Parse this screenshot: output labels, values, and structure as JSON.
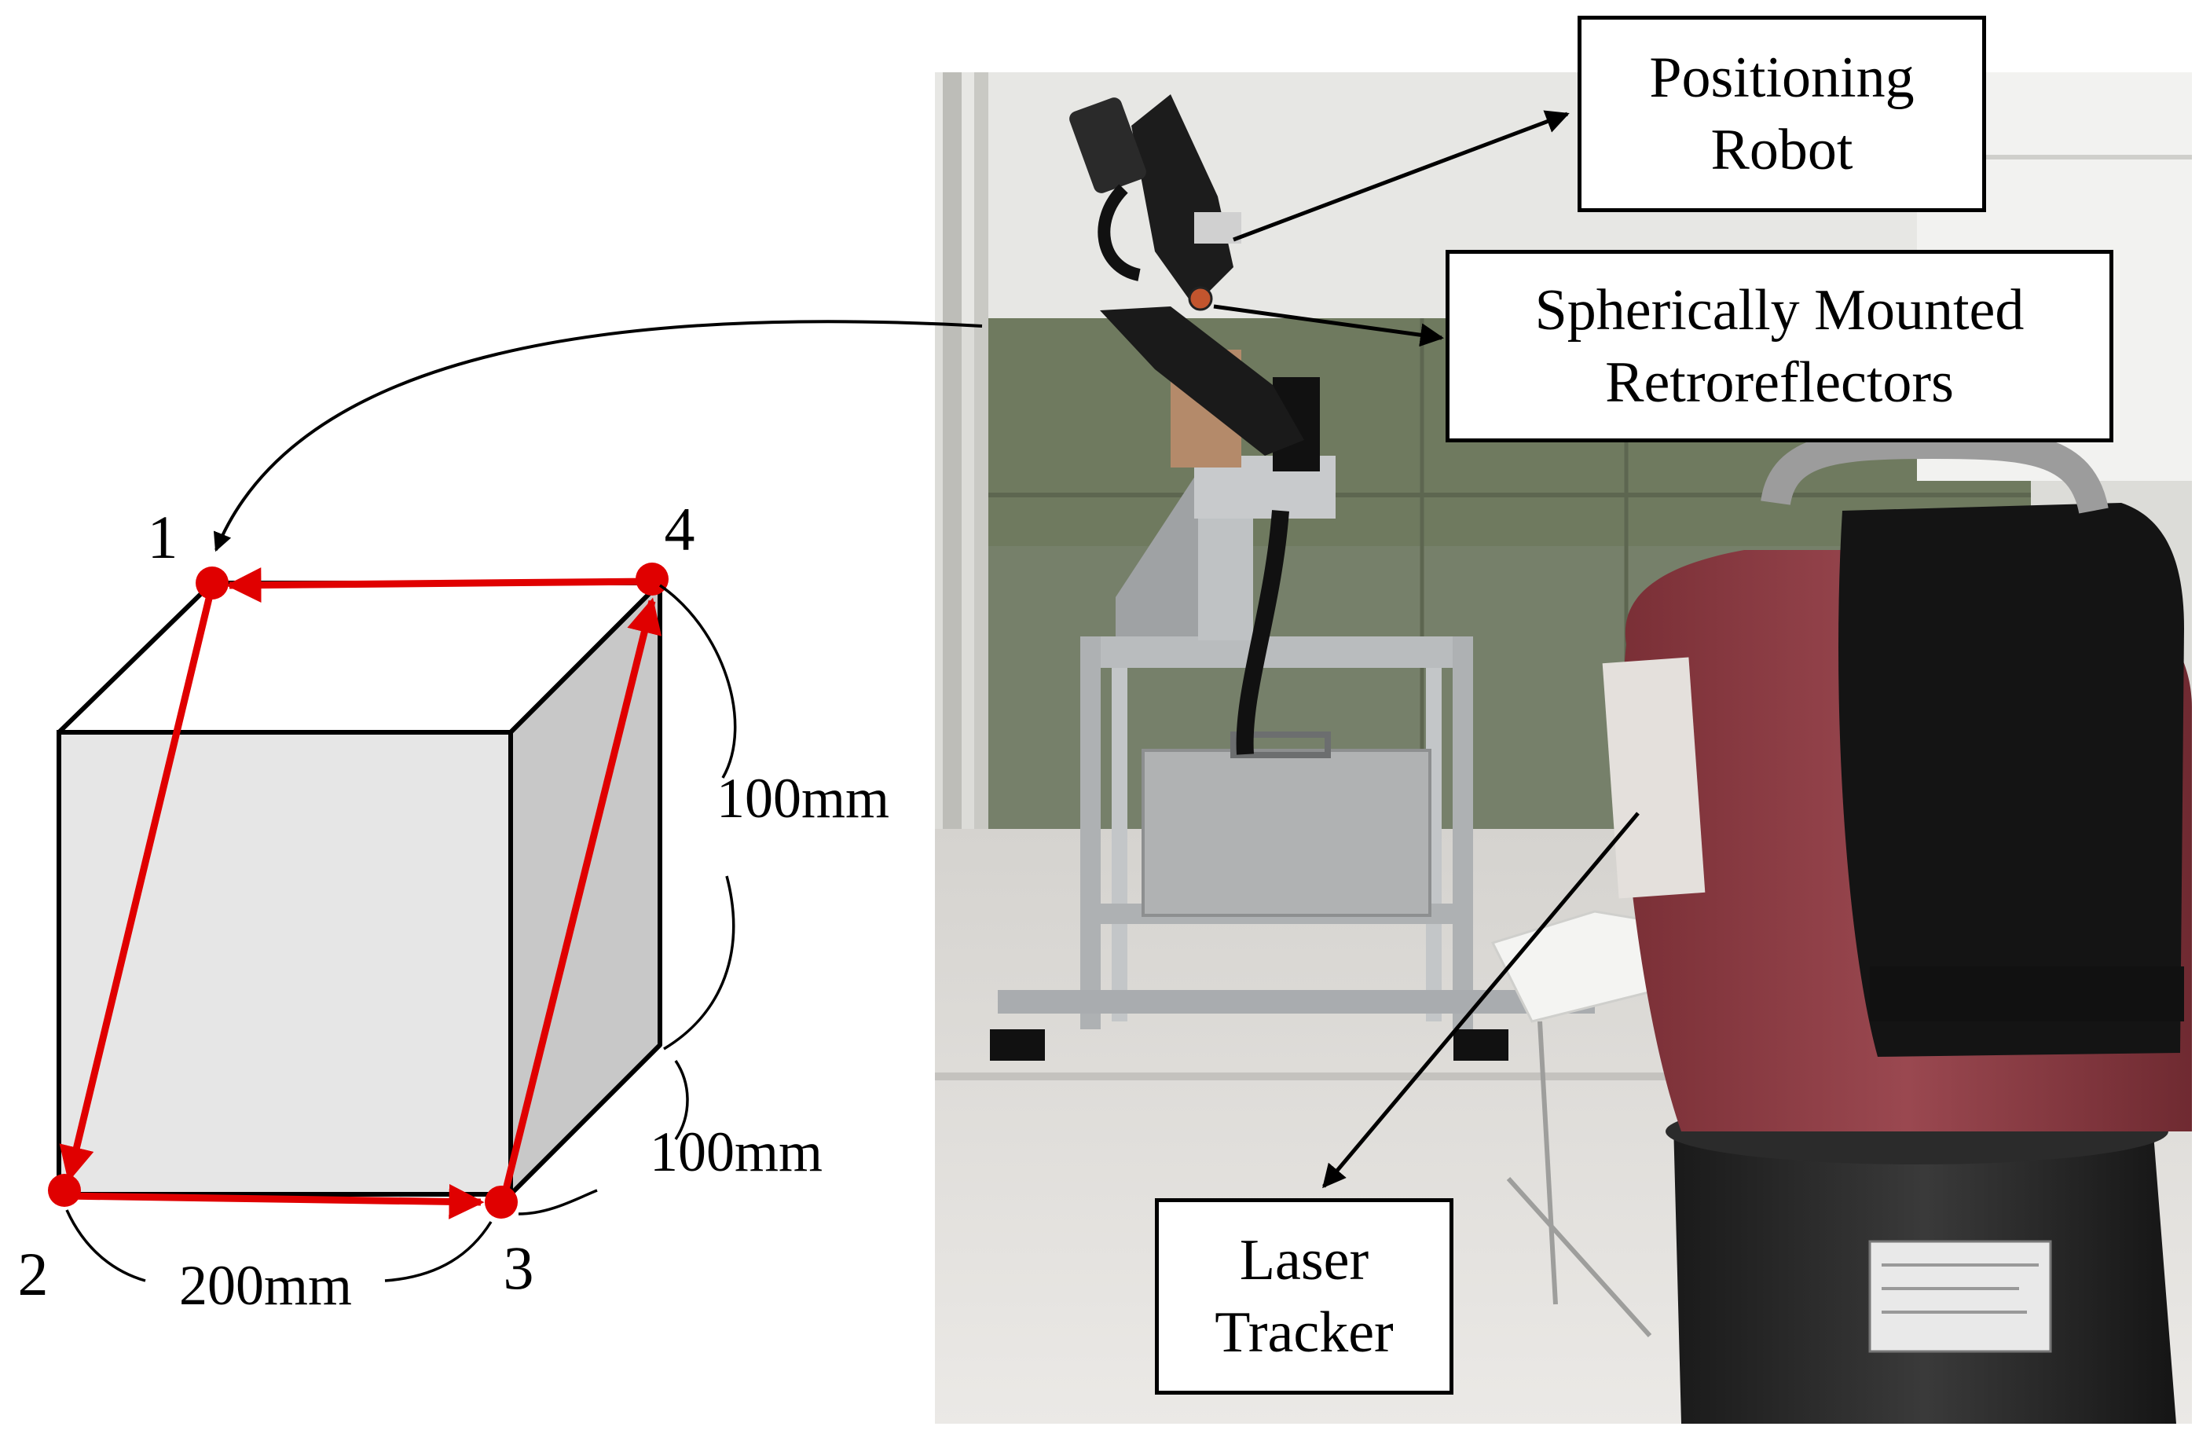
{
  "diagram": {
    "corner_labels": [
      "1",
      "2",
      "3",
      "4"
    ],
    "dimensions": {
      "width": "200mm",
      "depth": "100mm",
      "height": "100mm"
    },
    "callouts": {
      "robot": [
        "Positioning",
        "Robot"
      ],
      "smr": [
        "Spherically Mounted",
        "Retroreflectors"
      ],
      "tracker": [
        "Laser",
        "Tracker"
      ]
    },
    "colors": {
      "path": "#e00000",
      "front_face": "#e6e6e6",
      "side_face": "#c8c8c8",
      "top_face": "#ffffff",
      "tracker_body": "#8a3a40",
      "robot_arm": "#1a1a1a",
      "wall_panel": "#6f7a5f"
    },
    "icons": [
      "cube-shape",
      "photo-lab-scene",
      "arrow-line"
    ]
  }
}
